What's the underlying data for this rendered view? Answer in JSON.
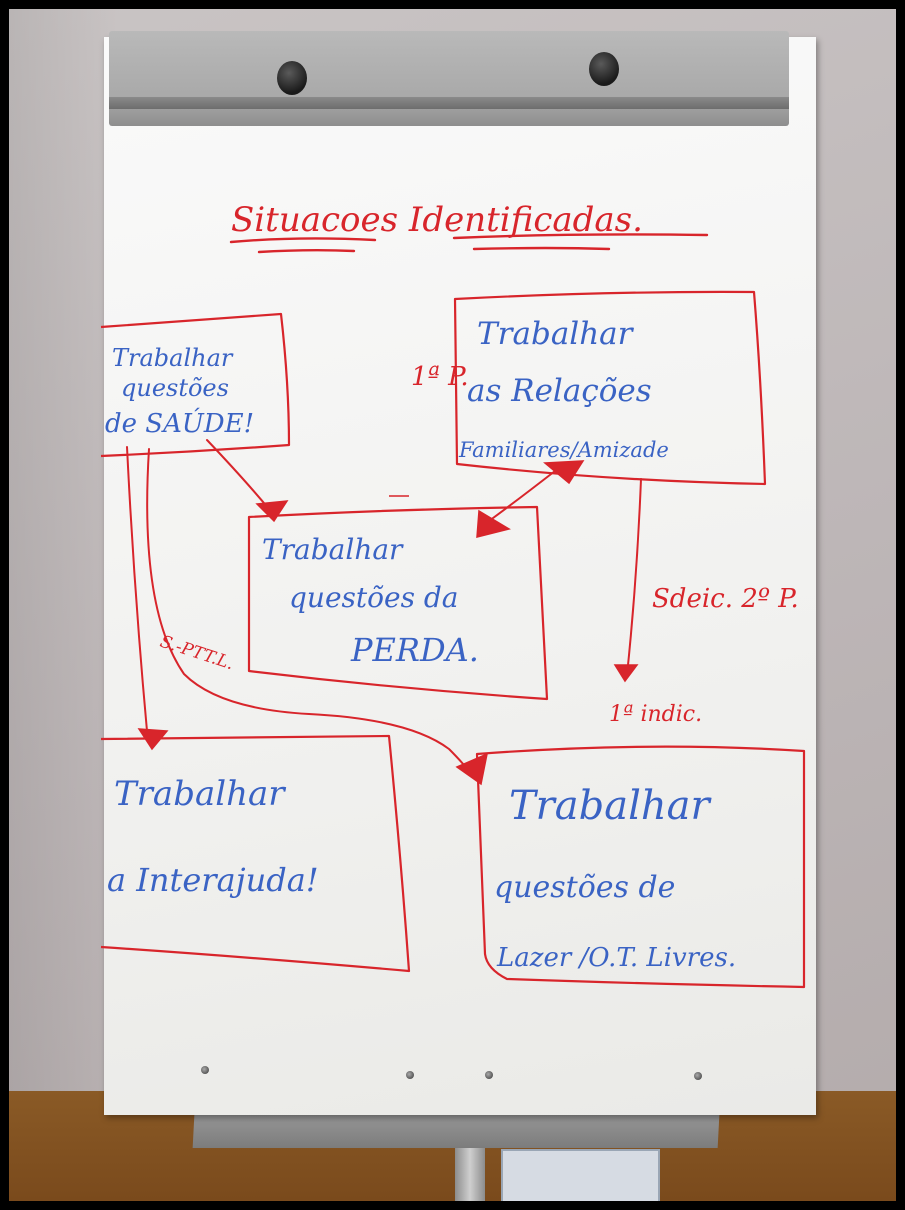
{
  "heading": "Situacoes Identificadas.",
  "boxes": {
    "saude": [
      "Trabalhar",
      "questões",
      "de SAÚDE!"
    ],
    "relacoes": [
      "Trabalhar",
      "as Relações",
      "Familiares/Amizade"
    ],
    "perda": [
      "Trabalhar",
      "questões da",
      "PERDA."
    ],
    "interajuda": [
      "Trabalhar",
      "a Interajuda!"
    ],
    "lazer": [
      "Trabalhar",
      "questões de",
      "Lazer /O.T. Livres."
    ]
  },
  "annotations": {
    "priority_first": "1ª P.",
    "sessions_left": "S.-PTT.L.",
    "sessions_right": "Sdeic. 2º P.",
    "first_indic": "1ª indic."
  },
  "colors": {
    "red_marker": "#d8252b",
    "blue_marker": "#3a63c4",
    "board": "#f5f5f3"
  }
}
